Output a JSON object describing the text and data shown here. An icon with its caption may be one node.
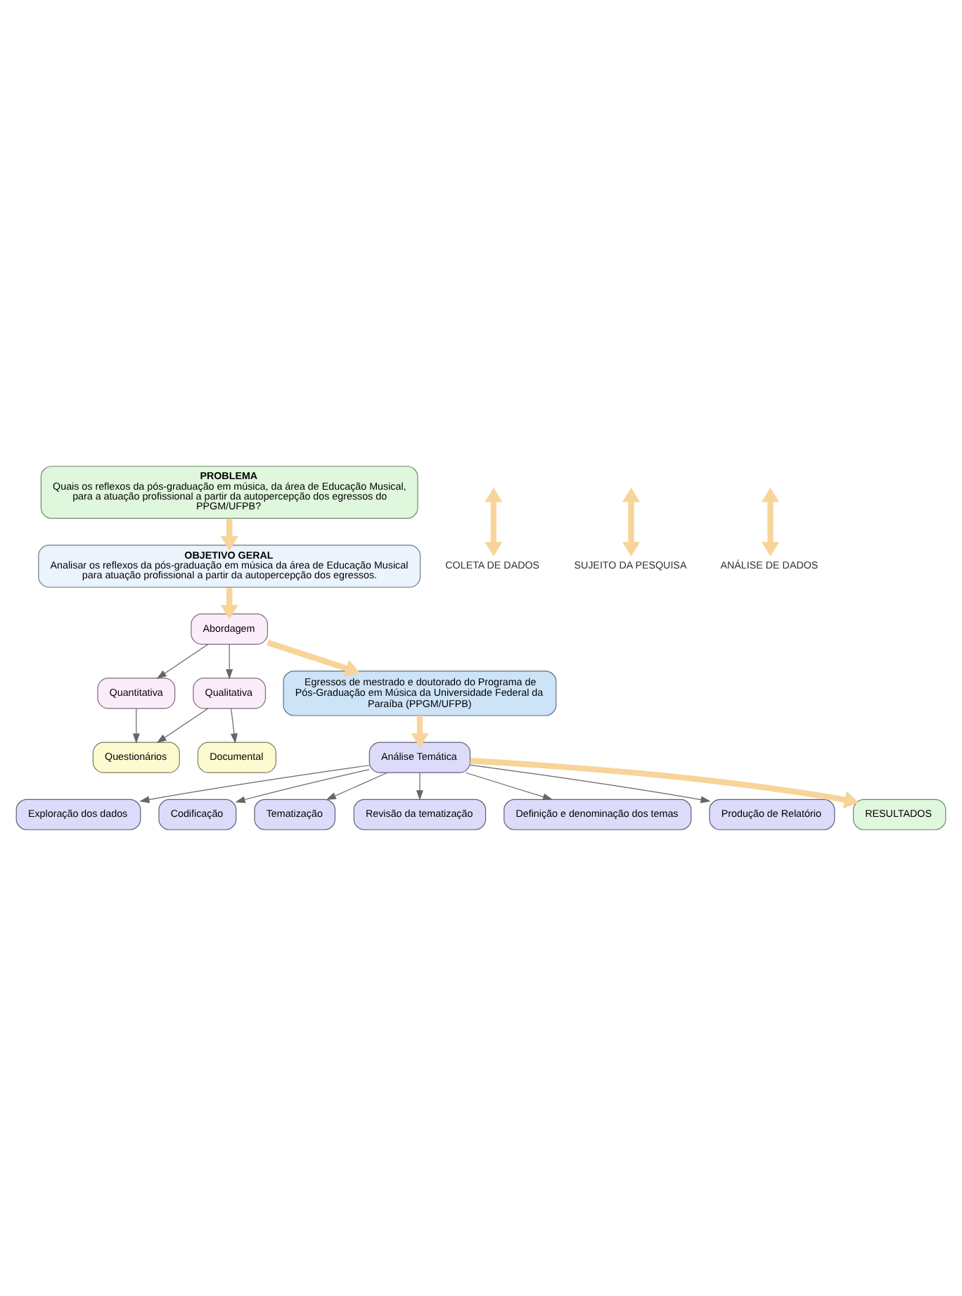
{
  "diagram": {
    "nodes": [
      {
        "text": [
          "PROBLEMA",
          "Quais os reflexos da pós-graduação em música, da área de Educação Musical, para a atuação profissional a partir da autopercepção dos egressos do PPGM/UFPB?"
        ]
      },
      {
        "text": [
          "OBJETIVO GERAL",
          "Analisar os reflexos da pós-graduação em música da área de Educação Musical para atuação profissional a partir da autopercepção dos egressos."
        ]
      },
      {
        "text": [
          "Abordagem"
        ]
      },
      {
        "text": [
          "Quantitativa"
        ]
      },
      {
        "text": [
          "Qualitativa"
        ]
      },
      {
        "text": [
          "Questionários"
        ]
      },
      {
        "text": [
          "Documental"
        ]
      },
      {
        "text": [
          "Egressos de mestrado e doutorado do Programa de Pós-Graduação em Música da Universidade Federal da Paraíba (PPGM/UFPB)"
        ]
      },
      {
        "text": [
          "Análise Temática"
        ]
      },
      {
        "text": [
          "Exploração dos dados"
        ]
      },
      {
        "text": [
          "Codificação"
        ]
      },
      {
        "text": [
          "Tematização"
        ]
      },
      {
        "text": [
          "Revisão da tematização"
        ]
      },
      {
        "text": [
          "Definição e denominação dos temas"
        ]
      },
      {
        "text": [
          "Produção de Relatório"
        ]
      },
      {
        "text": [
          "RESULTADOS"
        ]
      },
      {
        "text": [
          "COLETA DE DADOS"
        ]
      },
      {
        "text": [
          "SUJEITO DA PESQUISA"
        ]
      },
      {
        "text": [
          "ANÁLISE DE DADOS"
        ]
      }
    ],
    "edges": [
      {
        "from": 0,
        "to": 1,
        "arrow": "to",
        "style": "thick",
        "color": "#f8d49a"
      },
      {
        "from": 1,
        "to": 2,
        "arrow": "to",
        "style": "thick",
        "color": "#f8d49a"
      },
      {
        "from": 2,
        "to": 3,
        "arrow": "to"
      },
      {
        "from": 2,
        "to": 4,
        "arrow": "to"
      },
      {
        "from": 3,
        "to": 5,
        "arrow": "to"
      },
      {
        "from": 4,
        "to": 5,
        "arrow": "to"
      },
      {
        "from": 4,
        "to": 6,
        "arrow": "to"
      },
      {
        "from": null,
        "to": 16,
        "arrow": "both",
        "style": "thick",
        "color": "#f8d49a"
      },
      {
        "from": 2,
        "to": 7,
        "arrow": "to",
        "style": "thick",
        "color": "#f8d49a"
      },
      {
        "from": null,
        "to": 17,
        "arrow": "both",
        "style": "thick",
        "color": "#f8d49a"
      },
      {
        "from": 7,
        "to": 8,
        "arrow": "to",
        "style": "thick",
        "color": "#f8d49a"
      },
      {
        "from": 8,
        "to": 9,
        "arrow": "to"
      },
      {
        "from": 8,
        "to": 10,
        "arrow": "to"
      },
      {
        "from": 8,
        "to": 11,
        "arrow": "to"
      },
      {
        "from": 8,
        "to": 12,
        "arrow": "to"
      },
      {
        "from": 8,
        "to": 13,
        "arrow": "to"
      },
      {
        "from": 8,
        "to": 14,
        "arrow": "to"
      },
      {
        "from": null,
        "to": 18,
        "arrow": "both",
        "style": "thick",
        "color": "#f8d49a"
      },
      {
        "from": 8,
        "to": 15,
        "arrow": "to",
        "style": "thick",
        "color": "#f8d49a"
      }
    ]
  }
}
